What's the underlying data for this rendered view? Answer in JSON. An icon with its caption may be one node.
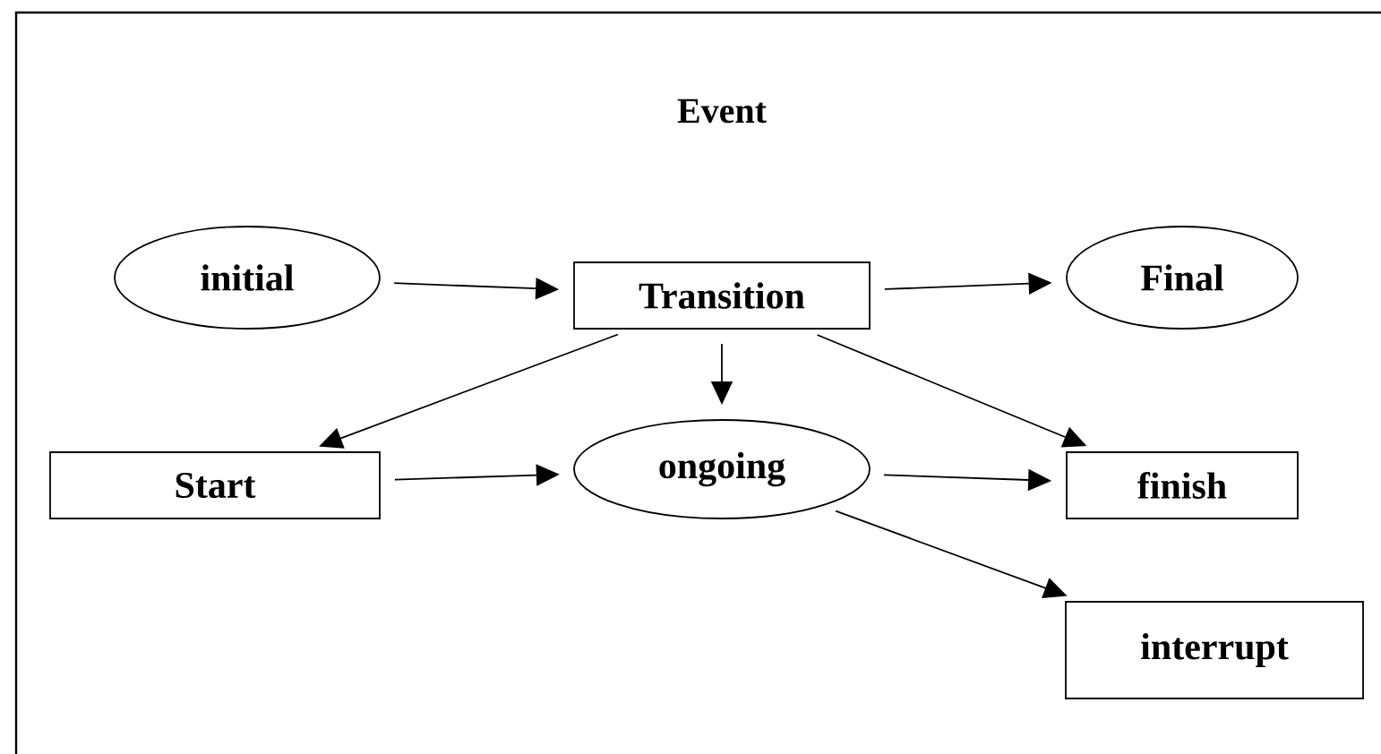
{
  "diagram": {
    "title": "Event",
    "nodes": [
      {
        "text": [
          "initial"
        ]
      },
      {
        "text": [
          "Transition"
        ]
      },
      {
        "text": [
          "Final"
        ]
      },
      {
        "text": [
          "Start"
        ]
      },
      {
        "text": [
          "ongoing"
        ]
      },
      {
        "text": [
          "finish"
        ]
      },
      {
        "text": [
          "interrupt"
        ]
      }
    ],
    "edges": [
      {
        "from": 0,
        "to": 1,
        "arrow": "to"
      },
      {
        "from": 1,
        "to": 2,
        "arrow": "to"
      },
      {
        "from": 1,
        "to": 3,
        "arrow": "to"
      },
      {
        "from": 1,
        "to": 4,
        "arrow": "to"
      },
      {
        "from": 1,
        "to": 5,
        "arrow": "to"
      },
      {
        "from": 3,
        "to": 4,
        "arrow": "to"
      },
      {
        "from": 4,
        "to": 5,
        "arrow": "to"
      },
      {
        "from": 4,
        "to": 6,
        "arrow": "to"
      }
    ]
  }
}
